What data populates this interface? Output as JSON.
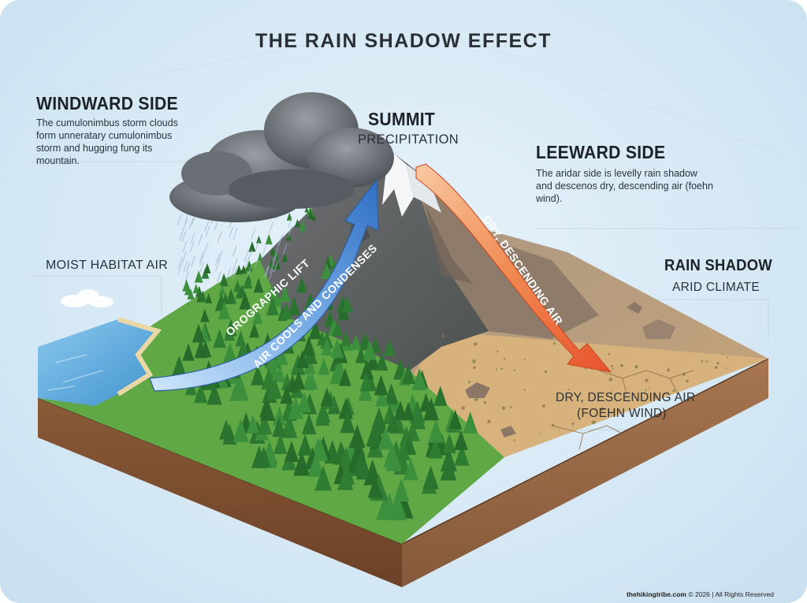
{
  "title": "THE RAIN SHADOW EFFECT",
  "windward": {
    "heading": "WINDWARD SIDE",
    "body": "The cumulonimbus storm clouds form unneratary cumulonimbus storm and hugging fung its mountain."
  },
  "summit": {
    "heading": "SUMMIT",
    "sub": "PRECIPITATION"
  },
  "leeward": {
    "heading": "LEEWARD SIDE",
    "body": "The aridar side is levelly rain shadow and descenos dry, descending air (foehn wind)."
  },
  "moist_label": "MOIST HABITAT AIR",
  "rain_shadow": {
    "heading": "RAIN SHADOW",
    "sub": "ARID CLIMATE"
  },
  "arrow_up": {
    "line1": "OROGRAPHIC LIFT",
    "line2": "AIR COOLS AND CONDENSES"
  },
  "arrow_down": {
    "line1": "DRY, DESCENDING AIR"
  },
  "bottom_label": {
    "line1": "DRY, DESCENDING AIR",
    "line2": "(FOEHN WIND)"
  },
  "credit": {
    "site": "thehikingtribe.com",
    "rest": " © 2026 | All Rights Reserved"
  },
  "colors": {
    "lift_arrow": "#3f7fcf",
    "descend_arrow": "#ee6a3a",
    "forest": "#2f7d32",
    "desert": "#d9b37c",
    "sea": "#5aa9dc"
  }
}
